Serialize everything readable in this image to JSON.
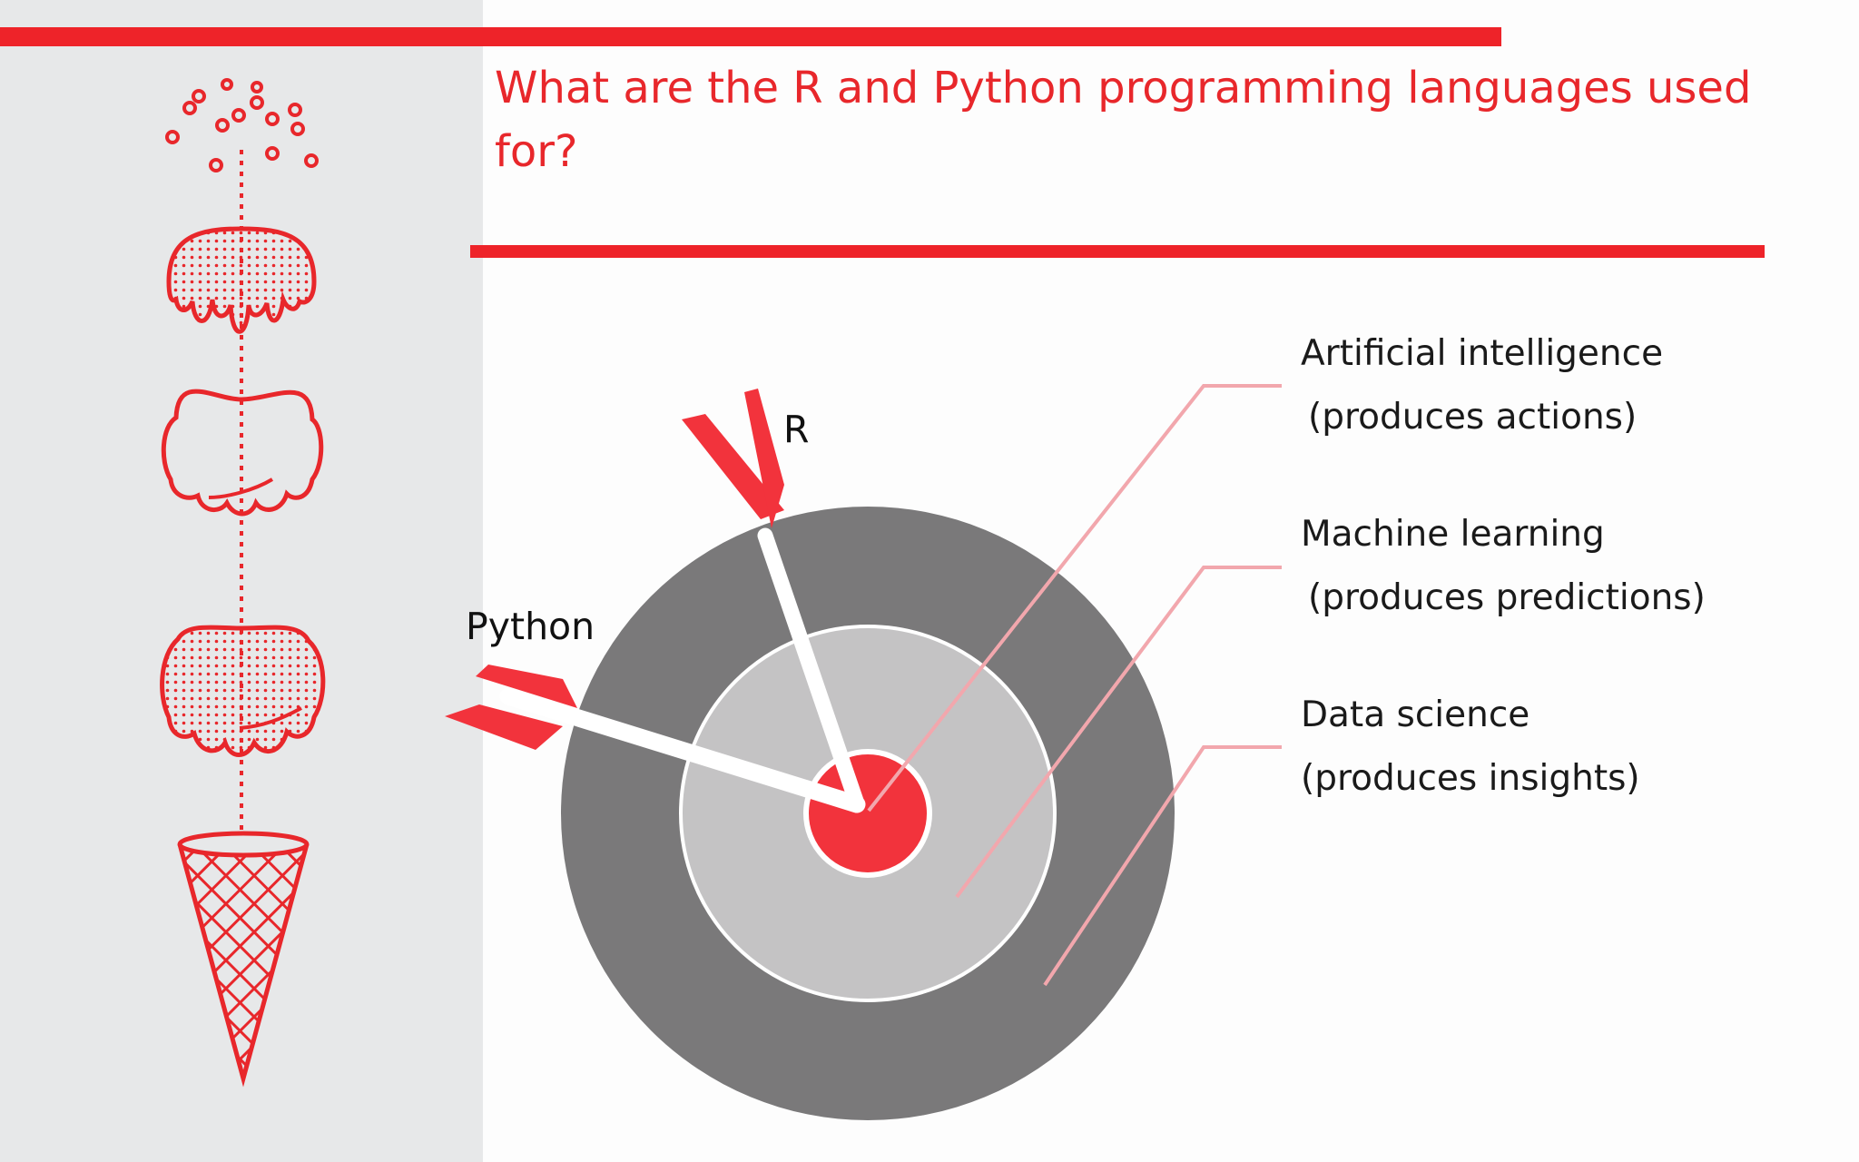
{
  "title": "What are the R and Python programming languages used for?",
  "colors": {
    "accent": "#e8272b",
    "outer_ring": "#7a797a",
    "middle_ring": "#c4c3c4",
    "bullseye": "#f2333c",
    "leader_line": "#f2a7ad",
    "panel": "#e7e8e9"
  },
  "arrows": {
    "r": "R",
    "python": "Python"
  },
  "rings": [
    {
      "name": "Artificial intelligence",
      "output": "(produces actions)"
    },
    {
      "name": "Machine learning",
      "output": "(produces predictions)"
    },
    {
      "name": "Data science",
      "output": "(produces insights)"
    }
  ],
  "sidebar_icons": [
    "sprinkles-icon",
    "melting-scoop-icon",
    "scoop-outline-icon",
    "dotted-scoop-icon",
    "waffle-cone-icon"
  ]
}
